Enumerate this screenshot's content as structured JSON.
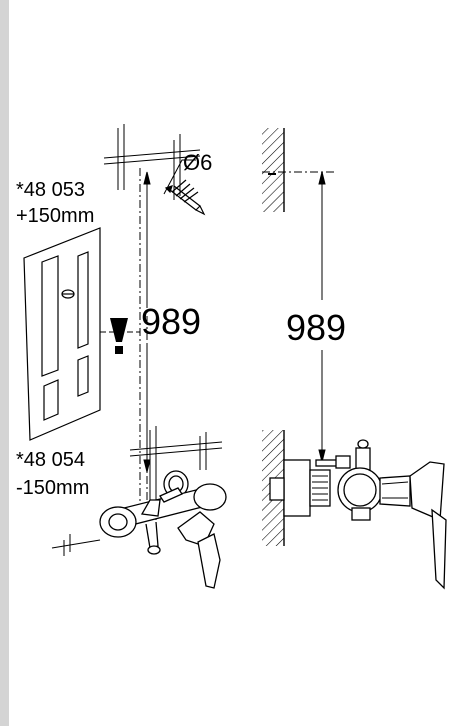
{
  "labels": {
    "diameter": "Ø6",
    "dimension_left": "989",
    "dimension_right": "989",
    "part_top_number": "*48 053",
    "part_top_offset": "+150mm",
    "part_bottom_number": "*48 054",
    "part_bottom_offset": "-150mm",
    "warning_mark": "!"
  },
  "colors": {
    "line": "#000000",
    "side_bar": "#d4d4d4",
    "background": "#ffffff"
  }
}
